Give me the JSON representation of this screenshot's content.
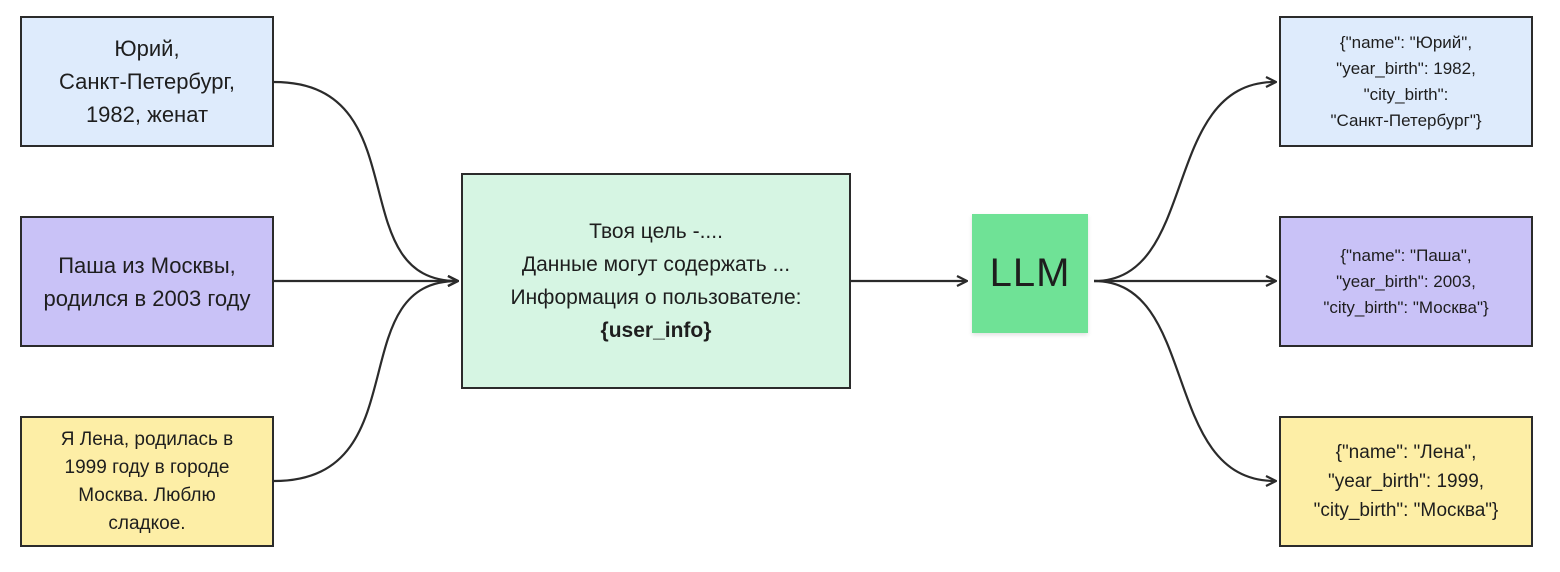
{
  "inputs": [
    {
      "text": "Юрий,\nСанкт-Петербург,\n1982, женат",
      "color": "#deebfc"
    },
    {
      "text": "Паша из Москвы,\nродился в 2003 году",
      "color": "#c9c2f7"
    },
    {
      "text": "Я Лена, родилась в\n1999 году в городе\nМосква. Люблю\nсладкое.",
      "color": "#fdeea6"
    }
  ],
  "prompt": {
    "lines": "Твоя цель -....\nДанные могут содержать ...\nИнформация о пользователе:",
    "variable": "{user_info}",
    "color": "#d6f5e3"
  },
  "llm": {
    "label": "LLM",
    "color": "#6fe296"
  },
  "outputs": [
    {
      "text": "{\"name\": \"Юрий\",\n\"year_birth\": 1982,\n\"city_birth\":\n\"Санкт-Петербург\"}",
      "color": "#deebfc"
    },
    {
      "text": "{\"name\": \"Паша\",\n\"year_birth\": 2003,\n\"city_birth\": \"Москва\"}",
      "color": "#c9c2f7"
    },
    {
      "text": "{\"name\": \"Лена\",\n\"year_birth\": 1999,\n\"city_birth\": \"Москва\"}",
      "color": "#fdeea6"
    }
  ]
}
